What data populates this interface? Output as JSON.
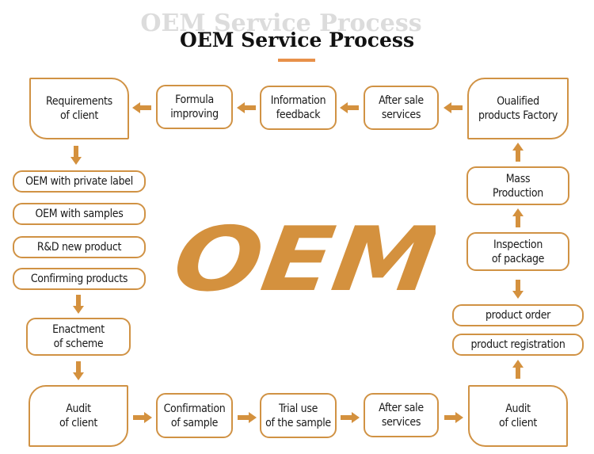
{
  "title": {
    "ghost_text": "OEM Service Process",
    "main_text": "OEM Service Process",
    "accent_color": "#e8914a"
  },
  "logo": {
    "text": "OEM",
    "color": "#d4913e"
  },
  "colors": {
    "border": "#d09244",
    "arrow": "#d4913e",
    "text": "#1a1a1a"
  },
  "top_row": [
    {
      "id": "requirements",
      "label": "Requirements\nof client"
    },
    {
      "id": "formula",
      "label": "Formula\nimproving"
    },
    {
      "id": "information",
      "label": "Information\nfeedback"
    },
    {
      "id": "after-sale-top",
      "label": "After sale\nservices"
    },
    {
      "id": "qualified",
      "label": "Oualified\nproducts Factory"
    }
  ],
  "left_column": [
    {
      "id": "oem-private-label",
      "label": "OEM with private label"
    },
    {
      "id": "oem-samples",
      "label": "OEM with samples"
    },
    {
      "id": "rd-new-product",
      "label": "R&D new product"
    },
    {
      "id": "confirming-products",
      "label": "Confirming products"
    },
    {
      "id": "enactment",
      "label": "Enactment\nof scheme"
    }
  ],
  "bottom_row": [
    {
      "id": "audit-left",
      "label": "Audit\nof client"
    },
    {
      "id": "confirmation-sample",
      "label": "Confirmation\nof sample"
    },
    {
      "id": "trial-use",
      "label": "Trial use\nof the sample"
    },
    {
      "id": "after-sale-bottom",
      "label": "After sale\nservices"
    },
    {
      "id": "audit-right",
      "label": "Audit\nof client"
    }
  ],
  "right_column": [
    {
      "id": "mass-production",
      "label": "Mass\nProduction"
    },
    {
      "id": "inspection",
      "label": "Inspection\nof package"
    },
    {
      "id": "product-order",
      "label": "product order"
    },
    {
      "id": "product-registration",
      "label": "product registration"
    }
  ],
  "arrows": [
    {
      "from": "formula",
      "to": "requirements",
      "direction": "left"
    },
    {
      "from": "information",
      "to": "formula",
      "direction": "left"
    },
    {
      "from": "after-sale-top",
      "to": "information",
      "direction": "left"
    },
    {
      "from": "qualified",
      "to": "after-sale-top",
      "direction": "left"
    },
    {
      "from": "requirements",
      "to": "oem-private-label",
      "direction": "down"
    },
    {
      "from": "confirming-products",
      "to": "enactment",
      "direction": "down"
    },
    {
      "from": "enactment",
      "to": "audit-left",
      "direction": "down"
    },
    {
      "from": "audit-left",
      "to": "confirmation-sample",
      "direction": "right"
    },
    {
      "from": "confirmation-sample",
      "to": "trial-use",
      "direction": "right"
    },
    {
      "from": "trial-use",
      "to": "after-sale-bottom",
      "direction": "right"
    },
    {
      "from": "after-sale-bottom",
      "to": "audit-right",
      "direction": "right"
    },
    {
      "from": "audit-right",
      "to": "product-registration",
      "direction": "up"
    },
    {
      "from": "inspection",
      "to": "product-order",
      "direction": "down"
    },
    {
      "from": "inspection",
      "to": "mass-production",
      "direction": "up"
    },
    {
      "from": "mass-production",
      "to": "qualified",
      "direction": "up"
    }
  ]
}
